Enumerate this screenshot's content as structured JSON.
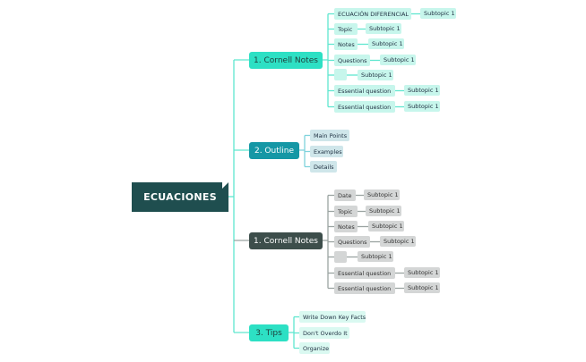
{
  "root": {
    "label": "ECUACIONES"
  },
  "branches": [
    {
      "label": "1. Cornell Notes",
      "children": [
        {
          "label": "ECUACIÓN DIFERENCIAL",
          "subtopic": "Subtopic 1"
        },
        {
          "label": "Topic",
          "subtopic": "Subtopic 1"
        },
        {
          "label": "Notes",
          "subtopic": "Subtopic 1"
        },
        {
          "label": "Questions",
          "subtopic": "Subtopic 1"
        },
        {
          "label": "",
          "subtopic": "Subtopic 1"
        },
        {
          "label": "Essential question",
          "subtopic": "Subtopic 1"
        },
        {
          "label": "Essential question",
          "subtopic": "Subtopic 1"
        }
      ]
    },
    {
      "label": "2. Outline",
      "children": [
        {
          "label": "Main Points"
        },
        {
          "label": "Examples"
        },
        {
          "label": "Details"
        }
      ]
    },
    {
      "label": "1. Cornell Notes",
      "children": [
        {
          "label": "Date",
          "subtopic": "Subtopic 1"
        },
        {
          "label": "Topic",
          "subtopic": "Subtopic 1"
        },
        {
          "label": "Notes",
          "subtopic": "Subtopic 1"
        },
        {
          "label": "Questions",
          "subtopic": "Subtopic 1"
        },
        {
          "label": "",
          "subtopic": "Subtopic 1"
        },
        {
          "label": "Essential question",
          "subtopic": "Subtopic 1"
        },
        {
          "label": "Essential question",
          "subtopic": "Subtopic 1"
        }
      ]
    },
    {
      "label": "3. Tips",
      "children": [
        {
          "label": "Write Down Key Facts"
        },
        {
          "label": "Don't  Overdo It"
        },
        {
          "label": "Organize"
        }
      ]
    }
  ],
  "colors": {
    "root_bg": "#1f4e4f",
    "teal": "#2de0c4",
    "dark_teal": "#1597a5",
    "dark_gray": "#3d4e4b",
    "connector_teal": "#5fe6cf",
    "connector_gray": "#9aa3a1"
  }
}
